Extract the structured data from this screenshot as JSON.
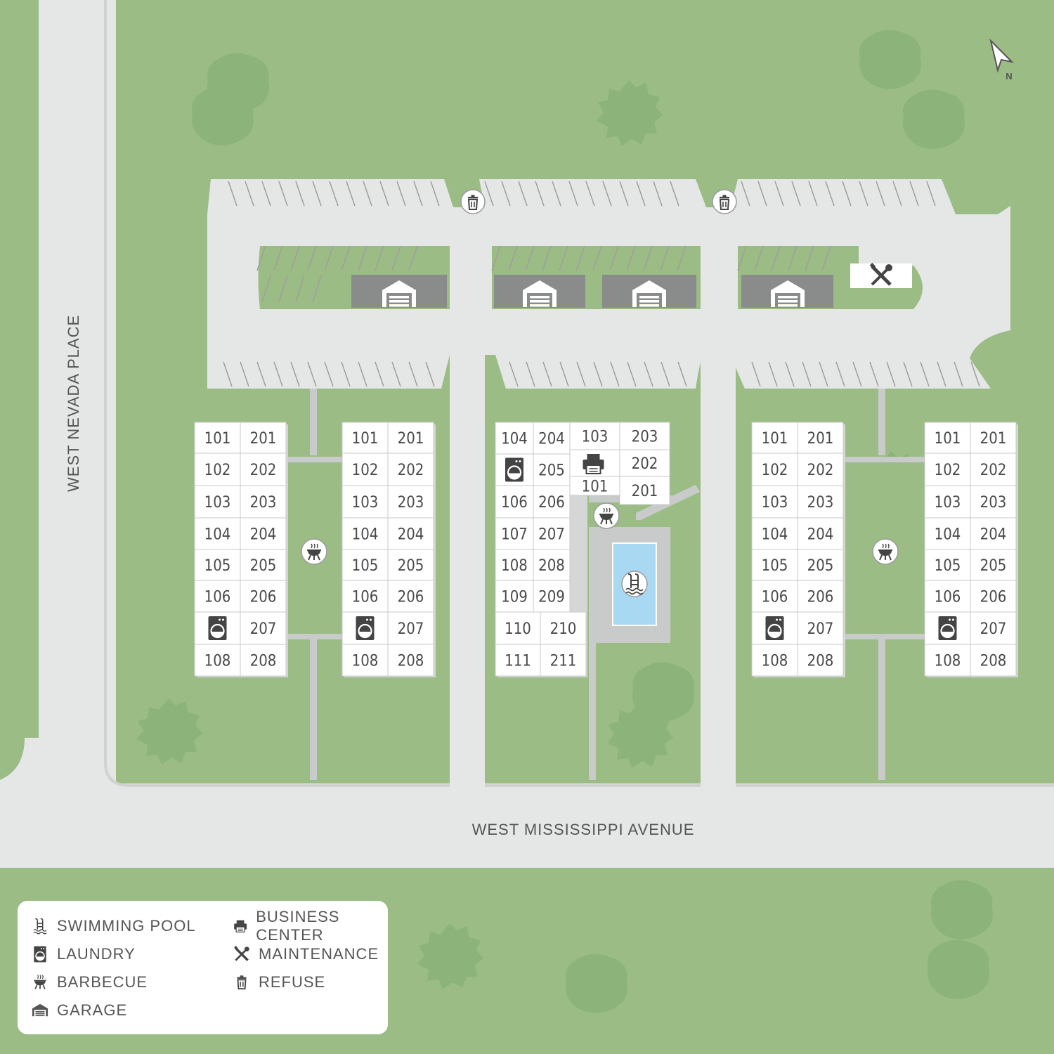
{
  "roads": {
    "west": "WEST NEVADA PLACE",
    "south": "WEST MISSISSIPPI AVENUE"
  },
  "compass": {
    "label": "N"
  },
  "legend": [
    {
      "icon": "pool-icon",
      "label": "SWIMMING POOL"
    },
    {
      "icon": "laundry-icon",
      "label": "LAUNDRY"
    },
    {
      "icon": "barbecue-icon",
      "label": "BARBECUE"
    },
    {
      "icon": "garage-icon",
      "label": "GARAGE"
    },
    {
      "icon": "printer-icon",
      "label": "BUSINESS CENTER"
    },
    {
      "icon": "maintenance-icon",
      "label": "MAINTENANCE"
    },
    {
      "icon": "refuse-icon",
      "label": "REFUSE"
    }
  ],
  "buildings": {
    "b1": {
      "units": [
        "101",
        "201",
        "102",
        "202",
        "103",
        "203",
        "104",
        "204",
        "105",
        "205",
        "106",
        "206",
        "207",
        "108",
        "208"
      ]
    },
    "b2": {
      "units": [
        "101",
        "201",
        "102",
        "202",
        "103",
        "203",
        "104",
        "204",
        "105",
        "205",
        "106",
        "206",
        "207",
        "108",
        "208"
      ]
    },
    "center": {
      "units": [
        "104",
        "204",
        "205",
        "106",
        "206",
        "107",
        "207",
        "108",
        "208",
        "109",
        "209",
        "110",
        "210",
        "111",
        "211"
      ]
    },
    "center_top": {
      "units": [
        "103",
        "203",
        "202",
        "101",
        "201"
      ]
    },
    "b4": {
      "units": [
        "101",
        "201",
        "102",
        "202",
        "103",
        "203",
        "104",
        "204",
        "105",
        "205",
        "106",
        "206",
        "207",
        "108",
        "208"
      ]
    },
    "b5": {
      "units": [
        "101",
        "201",
        "102",
        "202",
        "103",
        "203",
        "104",
        "204",
        "105",
        "205",
        "106",
        "206",
        "207",
        "108",
        "208"
      ]
    }
  },
  "colors": {
    "grass": "#9bbd85",
    "tree": "#8cb47a",
    "pavement": "#e8eae9",
    "garage": "#8a8c8b",
    "pool": "#a9d8f3"
  }
}
